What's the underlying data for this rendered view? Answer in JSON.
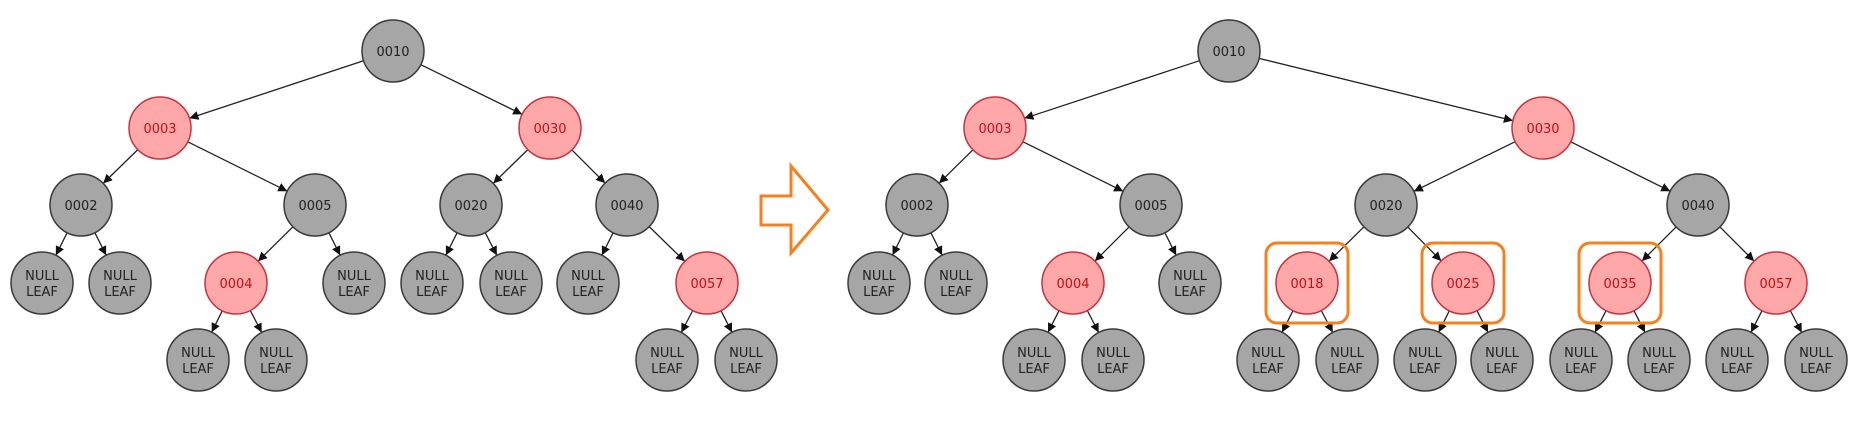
{
  "colors": {
    "black_fill": "#a6a6a6",
    "black_stroke": "#3a3a3a",
    "red_fill": "#ffa8aa",
    "red_stroke": "#c8323c",
    "red_text": "#c0101a",
    "black_text": "#222222",
    "highlight": "#f7801e",
    "edge": "#222222"
  },
  "transition_arrow": {
    "icon": "right-arrow-icon",
    "color": "#f7801e"
  },
  "trees": [
    {
      "name": "before",
      "nodes": [
        {
          "label": "0010",
          "color": "black",
          "parent": null
        },
        {
          "label": "0003",
          "color": "red",
          "parent": 0
        },
        {
          "label": "0030",
          "color": "red",
          "parent": 0
        },
        {
          "label": "0002",
          "color": "black",
          "parent": 1
        },
        {
          "label": "0005",
          "color": "black",
          "parent": 1
        },
        {
          "label": "0020",
          "color": "black",
          "parent": 2
        },
        {
          "label": "0040",
          "color": "black",
          "parent": 2
        },
        {
          "label": "NULL\nLEAF",
          "color": "black",
          "parent": 3
        },
        {
          "label": "NULL\nLEAF",
          "color": "black",
          "parent": 3
        },
        {
          "label": "0004",
          "color": "red",
          "parent": 4
        },
        {
          "label": "NULL\nLEAF",
          "color": "black",
          "parent": 4
        },
        {
          "label": "NULL\nLEAF",
          "color": "black",
          "parent": 5
        },
        {
          "label": "NULL\nLEAF",
          "color": "black",
          "parent": 5
        },
        {
          "label": "NULL\nLEAF",
          "color": "black",
          "parent": 6
        },
        {
          "label": "0057",
          "color": "red",
          "parent": 6
        },
        {
          "label": "NULL\nLEAF",
          "color": "black",
          "parent": 9
        },
        {
          "label": "NULL\nLEAF",
          "color": "black",
          "parent": 9
        },
        {
          "label": "NULL\nLEAF",
          "color": "black",
          "parent": 14
        },
        {
          "label": "NULL\nLEAF",
          "color": "black",
          "parent": 14
        }
      ]
    },
    {
      "name": "after",
      "nodes": [
        {
          "label": "0010",
          "color": "black",
          "parent": null
        },
        {
          "label": "0003",
          "color": "red",
          "parent": 0
        },
        {
          "label": "0030",
          "color": "red",
          "parent": 0
        },
        {
          "label": "0002",
          "color": "black",
          "parent": 1
        },
        {
          "label": "0005",
          "color": "black",
          "parent": 1
        },
        {
          "label": "0020",
          "color": "black",
          "parent": 2
        },
        {
          "label": "0040",
          "color": "black",
          "parent": 2
        },
        {
          "label": "NULL\nLEAF",
          "color": "black",
          "parent": 3
        },
        {
          "label": "NULL\nLEAF",
          "color": "black",
          "parent": 3
        },
        {
          "label": "0004",
          "color": "red",
          "parent": 4
        },
        {
          "label": "NULL\nLEAF",
          "color": "black",
          "parent": 4
        },
        {
          "label": "0018",
          "color": "red",
          "parent": 5,
          "highlighted": true
        },
        {
          "label": "0025",
          "color": "red",
          "parent": 5,
          "highlighted": true
        },
        {
          "label": "0035",
          "color": "red",
          "parent": 6,
          "highlighted": true
        },
        {
          "label": "0057",
          "color": "red",
          "parent": 6
        },
        {
          "label": "NULL\nLEAF",
          "color": "black",
          "parent": 9
        },
        {
          "label": "NULL\nLEAF",
          "color": "black",
          "parent": 9
        },
        {
          "label": "NULL\nLEAF",
          "color": "black",
          "parent": 11
        },
        {
          "label": "NULL\nLEAF",
          "color": "black",
          "parent": 11
        },
        {
          "label": "NULL\nLEAF",
          "color": "black",
          "parent": 12
        },
        {
          "label": "NULL\nLEAF",
          "color": "black",
          "parent": 12
        },
        {
          "label": "NULL\nLEAF",
          "color": "black",
          "parent": 13
        },
        {
          "label": "NULL\nLEAF",
          "color": "black",
          "parent": 13
        },
        {
          "label": "NULL\nLEAF",
          "color": "black",
          "parent": 14
        },
        {
          "label": "NULL\nLEAF",
          "color": "black",
          "parent": 14
        }
      ]
    }
  ]
}
